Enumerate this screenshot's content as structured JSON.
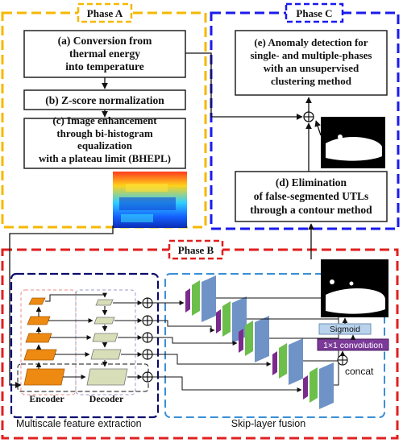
{
  "phase_a": {
    "title": "Phase A",
    "step_a": [
      "(a) Conversion from",
      "thermal energy",
      "into temperature"
    ],
    "step_b": "(b) Z-score normalization",
    "step_c": [
      "(c) Image enhancement",
      "through bi-histogram",
      "equalization",
      "with a plateau limit (BHEPL)"
    ]
  },
  "phase_b": {
    "title": "Phase B",
    "encoder_label": "Encoder",
    "decoder_label": "Decoder",
    "multiscale_label": "Multiscale feature extraction",
    "skip_label": "Skip-layer fusion",
    "sigmoid_label": "Sigmoid",
    "conv_label": "1×1 convolution",
    "concat_label": "concat"
  },
  "phase_c": {
    "title": "Phase C",
    "step_d": [
      "(d) Elimination",
      "of false-segmented UTLs",
      "through a contour method"
    ],
    "step_e": [
      "(e) Anomaly detection for",
      "single- and multiple-phases",
      "with an unsupervised",
      "clustering method"
    ]
  },
  "colors": {
    "phase_a": "#f5b800",
    "phase_b": "#e01f1f",
    "phase_c": "#1a1aee",
    "multiscale": "#0a0a6e",
    "skip": "#3a8fd6",
    "encoder_block": "#ee8a12",
    "decoder_block": "#d8dfb8",
    "feat_purple": "#7a2a8c",
    "feat_green": "#6cbf4a",
    "feat_blue": "#6f93c6",
    "sigmoid_fill": "#b9d3ee",
    "conv_fill": "#7b3a98"
  }
}
